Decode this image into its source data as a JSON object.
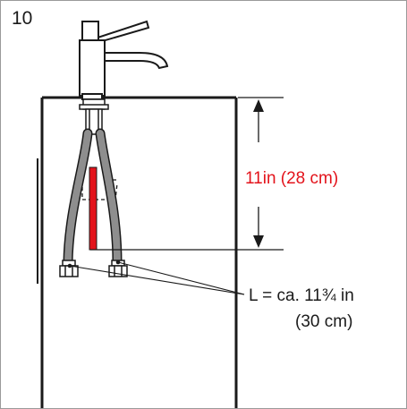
{
  "step_number": "10",
  "dimension_label": "11in (28 cm)",
  "hose_length_line1": "L = ca. 11¾ in",
  "hose_length_line2": "(30 cm)",
  "colors": {
    "dimension": "#e3131b",
    "line": "#1a1a1a",
    "hose": "#8e8e8e",
    "frame": "#9a9a9a"
  }
}
